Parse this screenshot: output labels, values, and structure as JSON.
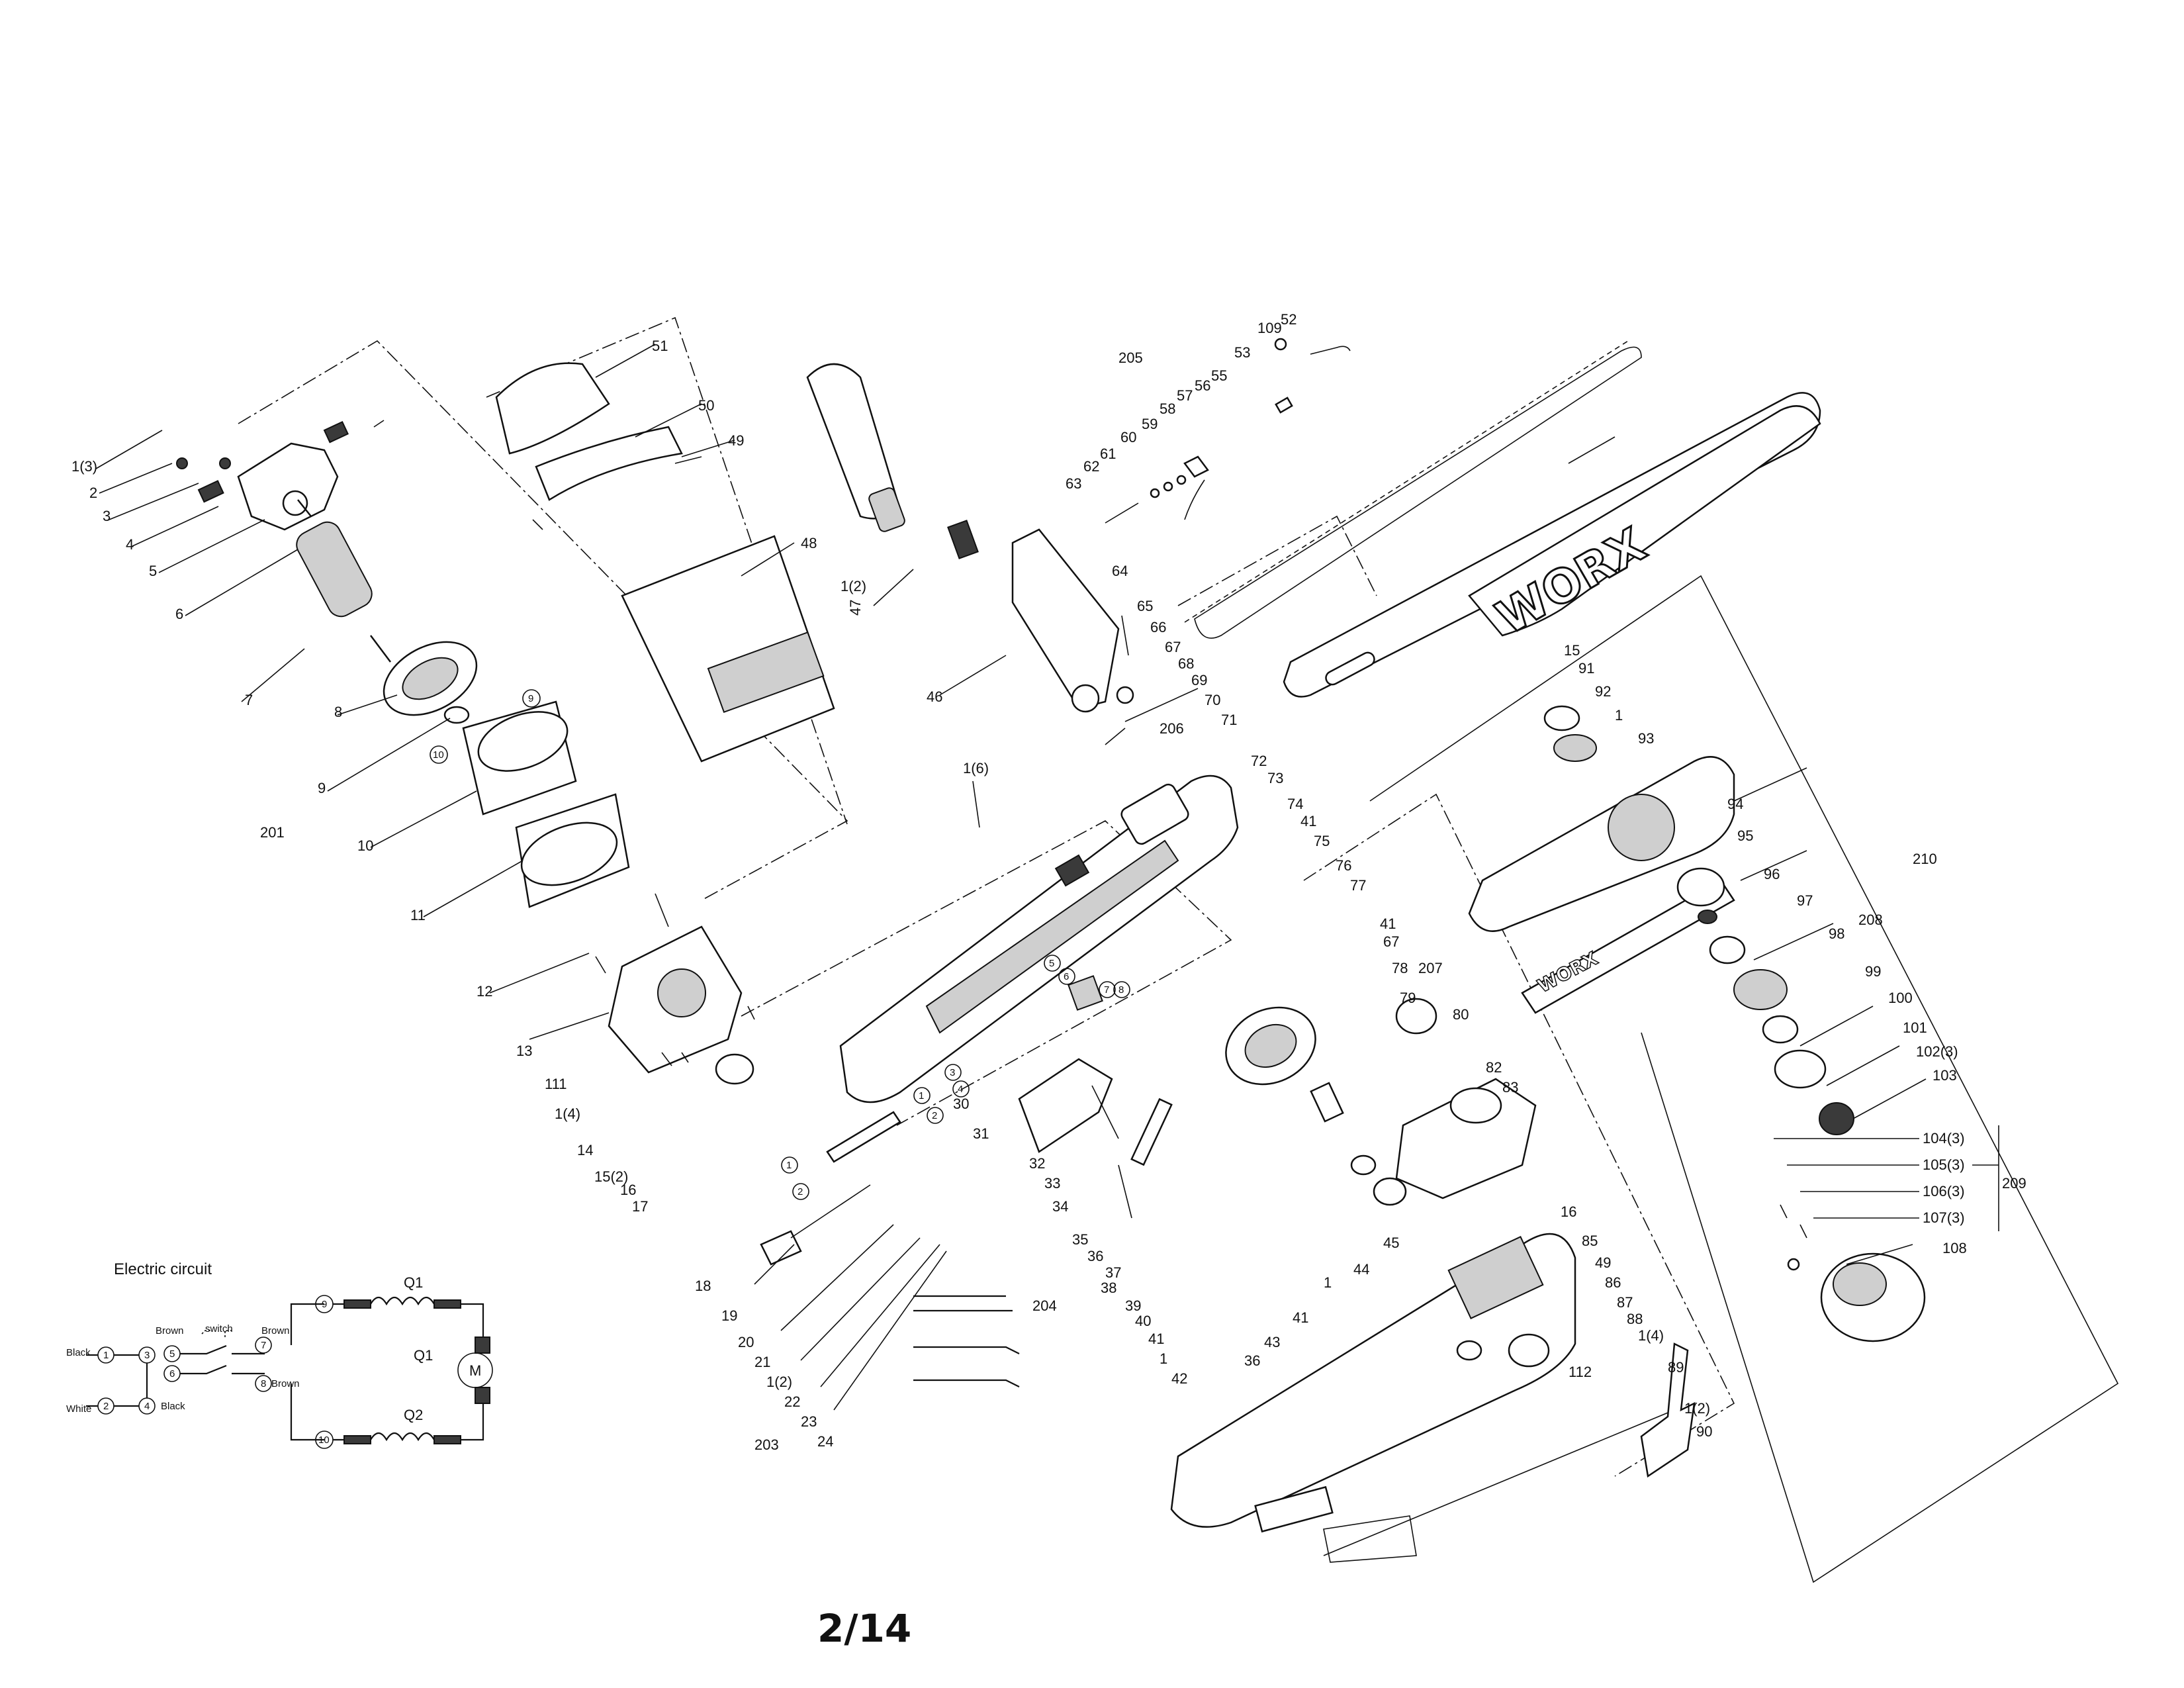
{
  "page_number": "2/14",
  "brand_mark": "WORX",
  "part_labels": {
    "p1_3": "1(3)",
    "p2": "2",
    "p3": "3",
    "p4": "4",
    "p5": "5",
    "p6": "6",
    "p7": "7",
    "p8": "8",
    "p9": "9",
    "p201": "201",
    "p10": "10",
    "p11": "11",
    "p12": "12",
    "p13": "13",
    "p111": "111",
    "p1_4a": "1(4)",
    "p14": "14",
    "p15_2": "15(2)",
    "p16a": "16",
    "p17": "17",
    "p51": "51",
    "p50": "50",
    "p49a": "49",
    "p48": "48",
    "p1_2a": "1(2)",
    "p47": "47",
    "p46": "46",
    "p205": "205",
    "p53": "53",
    "p109": "109",
    "p52": "52",
    "p55": "55",
    "p56": "56",
    "p57": "57",
    "p58": "58",
    "p59": "59",
    "p60": "60",
    "p61": "61",
    "p62": "62",
    "p63": "63",
    "p64": "64",
    "p65": "65",
    "p66": "66",
    "p67a": "67",
    "p68": "68",
    "p69": "69",
    "p70": "70",
    "p71": "71",
    "p206": "206",
    "p1_6": "1(6)",
    "p72": "72",
    "p73": "73",
    "p74": "74",
    "p41a": "41",
    "p75": "75",
    "p76": "76",
    "p77": "77",
    "p41b": "41",
    "p67b": "67",
    "p78": "78",
    "p207": "207",
    "p79": "79",
    "p80": "80",
    "p82": "82",
    "p83": "83",
    "p30": "30",
    "p31": "31",
    "p32": "32",
    "p33": "33",
    "p34": "34",
    "p35": "35",
    "p36a": "36",
    "p37": "37",
    "p38": "38",
    "p204": "204",
    "p39": "39",
    "p40": "40",
    "p41c": "41",
    "p1a": "1",
    "p42": "42",
    "p36b": "36",
    "p43": "43",
    "p41d": "41",
    "p1b": "1",
    "p44": "44",
    "p45": "45",
    "p18": "18",
    "p19": "19",
    "p20": "20",
    "p21": "21",
    "p1_2b": "1(2)",
    "p22": "22",
    "p23": "23",
    "p203": "203",
    "p24": "24",
    "p16b": "16",
    "p85": "85",
    "p49b": "49",
    "p86": "86",
    "p87": "87",
    "p88": "88",
    "p1_4b": "1(4)",
    "p112": "112",
    "p89": "89",
    "p1_2c": "1(2)",
    "p90": "90",
    "p15": "15",
    "p91": "91",
    "p92": "92",
    "p1c": "1",
    "p93": "93",
    "p94": "94",
    "p95": "95",
    "p210": "210",
    "p96": "96",
    "p97": "97",
    "p208": "208",
    "p98": "98",
    "p99": "99",
    "p100": "100",
    "p101": "101",
    "p102_3": "102(3)",
    "p103": "103",
    "p104_3": "104(3)",
    "p105_3": "105(3)",
    "p106_3": "106(3)",
    "p107_3": "107(3)",
    "p209": "209",
    "p108": "108"
  },
  "callout_digits": {
    "c9": "9",
    "c10": "10",
    "c5": "5",
    "c6": "6",
    "c7": "7",
    "c8": "8",
    "c3": "3",
    "c4": "4",
    "c1": "1",
    "c2": "2",
    "c1b": "1",
    "c2b": "2"
  },
  "circuit": {
    "title": "Electric circuit",
    "black_label": "Black",
    "white_label": "White",
    "brown_label_top": "Brown",
    "switch_label": "switch",
    "brown_label_right": "Brown",
    "brown_label_lower": "Brown",
    "black_label_lower": "Black",
    "q1_top": "Q1",
    "q1_mid": "Q1",
    "q2": "Q2",
    "motor": "M",
    "node1": "1",
    "node2": "2",
    "node3": "3",
    "node4": "4",
    "node5": "5",
    "node6": "6",
    "node7": "7",
    "node8": "8",
    "node9": "9",
    "node10": "10"
  }
}
